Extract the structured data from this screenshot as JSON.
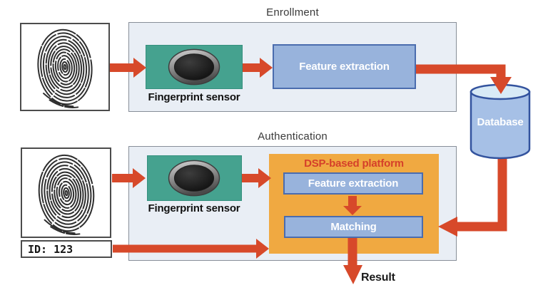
{
  "enrollment": {
    "title": "Enrollment",
    "sensor_label": "Fingerprint sensor",
    "feature_extraction": "Feature extraction"
  },
  "authentication": {
    "title": "Authentication",
    "sensor_label": "Fingerprint sensor",
    "platform": "DSP-based platform",
    "feature_extraction": "Feature extraction",
    "matching": "Matching",
    "id_value": "ID: 123",
    "result": "Result"
  },
  "database": {
    "label": "Database"
  },
  "colors": {
    "arrow_red": "#d7492a",
    "panel_bg": "#e9eef5",
    "sensor_teal": "#45a28f",
    "process_blue": "#98b3dc",
    "platform_orange": "#f0a941",
    "database_body": "#a6c0e6",
    "database_top": "#d8eaf6",
    "dsp_text_red": "#d5402a"
  }
}
